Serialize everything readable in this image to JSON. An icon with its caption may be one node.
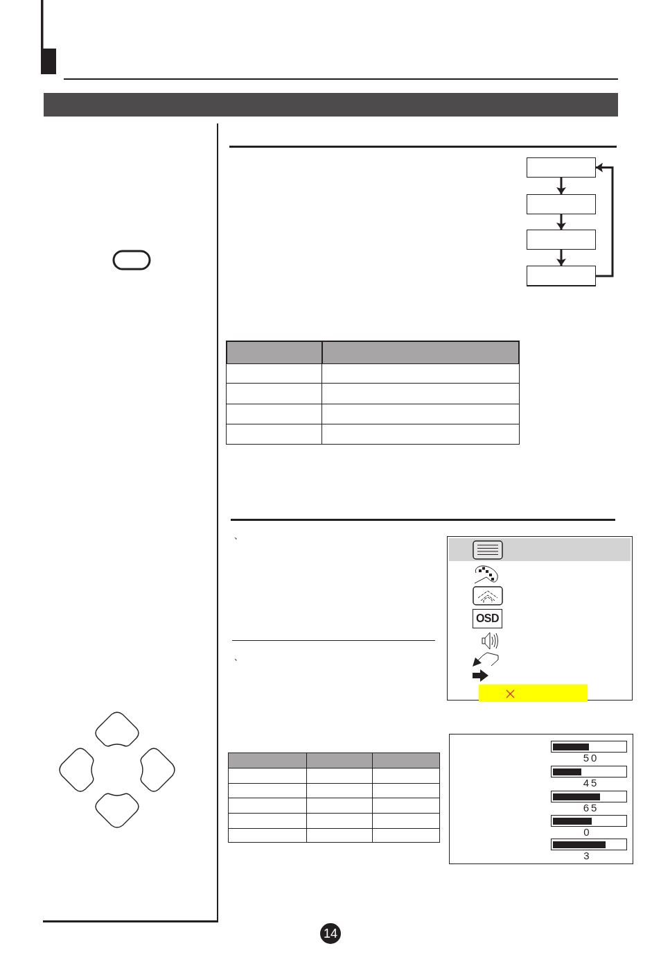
{
  "diagram": {
    "nodes": [
      {
        "text": [],
        "shape": "bar"
      },
      {
        "text": [],
        "shape": "box"
      },
      {
        "text": [],
        "shape": "box"
      },
      {
        "text": [],
        "shape": "box"
      },
      {
        "text": [],
        "shape": "box"
      }
    ],
    "edges": [
      {
        "from": 1,
        "to": 2,
        "arrow": "to"
      },
      {
        "from": 2,
        "to": 3,
        "arrow": "to"
      },
      {
        "from": 3,
        "to": 4,
        "arrow": "to"
      },
      {
        "from": 4,
        "to": 1,
        "arrow": "to"
      }
    ],
    "labels": [
      "、",
      "OSD",
      "、",
      "50",
      "45",
      "65",
      "0",
      "3",
      "14"
    ]
  }
}
